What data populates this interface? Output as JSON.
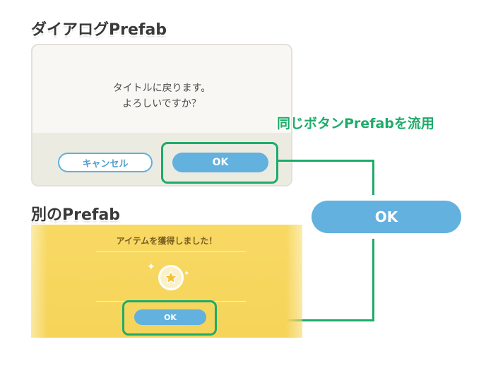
{
  "headings": {
    "dialog_prefab": "ダイアログPrefab",
    "other_prefab": "別のPrefab"
  },
  "dialog": {
    "message_line1": "タイトルに戻ります。",
    "message_line2": "よろしいですか？",
    "cancel_label": "キャンセル",
    "ok_label": "OK"
  },
  "annotation": {
    "shared_button_caption": "同じボタンPrefabを流用",
    "shared_button_label": "OK"
  },
  "reward": {
    "title": "アイテムを獲得しました！",
    "icon": "star-icon",
    "ok_label": "OK"
  },
  "colors": {
    "accent_green": "#1dab6a",
    "button_blue": "#62b1de",
    "reward_yellow": "#f6d45a"
  }
}
